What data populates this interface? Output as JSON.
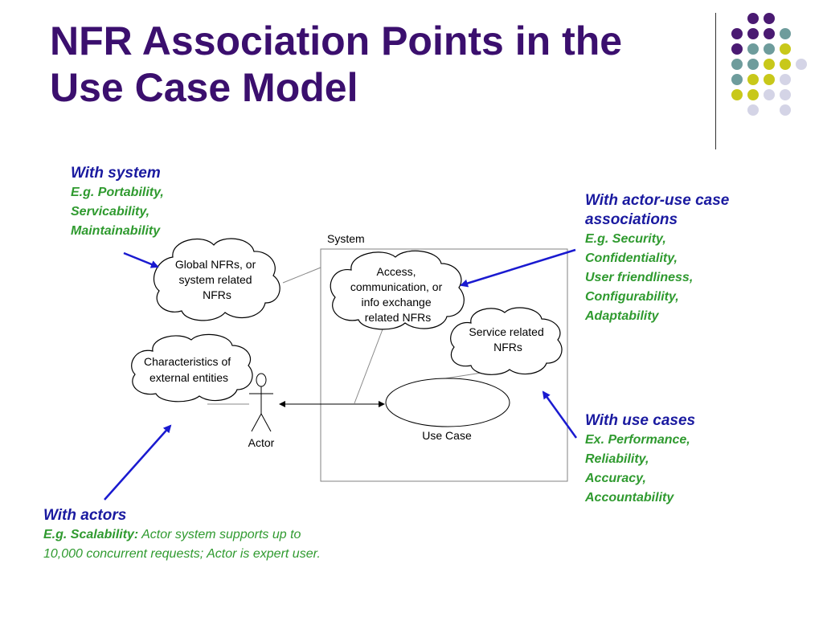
{
  "title": {
    "line1": "NFR Association Points in the",
    "line2": "Use Case Model"
  },
  "decoration": {
    "dot_colors": {
      "purple": "#4a1a72",
      "teal": "#6e9c9c",
      "olive": "#c8c81a",
      "lavender": "#d4d4e6"
    }
  },
  "callouts": {
    "system": {
      "heading": "With system",
      "lines": [
        "E.g. Portability,",
        "Servicability,",
        "Maintainability"
      ]
    },
    "actor_use_case": {
      "heading_lines": [
        "With actor-use case",
        "associations"
      ],
      "lines": [
        "E.g. Security,",
        "Confidentiality,",
        "User friendliness,",
        "Configurability,",
        "Adaptability"
      ]
    },
    "use_cases": {
      "heading": "With use cases",
      "lines": [
        "Ex. Performance,",
        "Reliability,",
        "Accuracy,",
        "Accountability"
      ]
    },
    "actors": {
      "heading": "With actors",
      "line1_label": "E.g. Scalability:",
      "line1_rest": " Actor system supports up to",
      "line2": "10,000 concurrent requests; Actor is expert user."
    }
  },
  "diagram": {
    "system_label": "System",
    "global_cloud": [
      "Global NFRs, or",
      "system related",
      "NFRs"
    ],
    "access_cloud": [
      "Access,",
      "communication, or",
      "info exchange",
      "related NFRs"
    ],
    "service_cloud": [
      "Service related",
      "NFRs"
    ],
    "external_cloud": [
      "Characteristics of",
      "external entities"
    ],
    "actor_label": "Actor",
    "use_case_label": "Use Case"
  },
  "colors": {
    "title": "#3b0f6e",
    "heading": "#1a1aa0",
    "example": "#2f9a2f",
    "arrow": "#1a1ad0"
  }
}
